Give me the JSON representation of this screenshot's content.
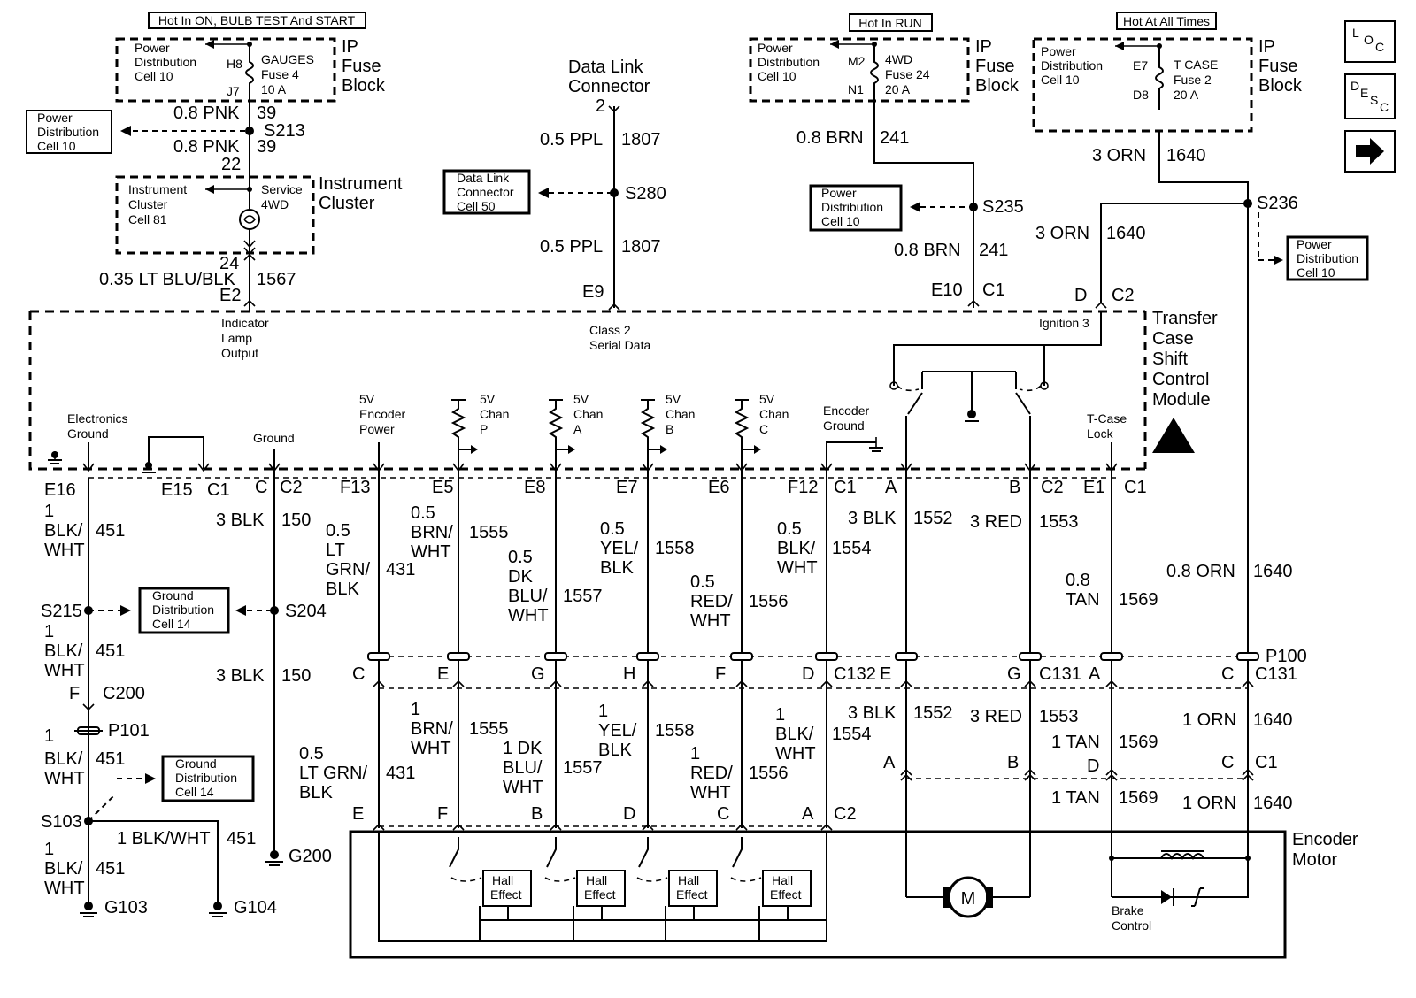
{
  "header_labels": {
    "hot_on_bulb_start": "Hot In ON, BULB TEST And START",
    "hot_in_run": "Hot In RUN",
    "hot_at_all_times": "Hot At All Times"
  },
  "nav": {
    "loc": "LOC",
    "desc": "DESC",
    "next_arrow": "arrow-right-icon"
  },
  "ip_fuse_block": {
    "label1": "IP",
    "label2": "Fuse",
    "label3": "Block"
  },
  "fuses": {
    "gauges": {
      "pd": "Power",
      "pd2": "Distribution",
      "pd3": "Cell 10",
      "pin_in": "H8",
      "name": "GAUGES",
      "fuse": "Fuse 4",
      "amp": "10 A",
      "pin_out": "J7"
    },
    "fwd": {
      "pd": "Power",
      "pd2": "Distribution",
      "pd3": "Cell 10",
      "pin_in": "M2",
      "name": "4WD",
      "fuse": "Fuse 24",
      "amp": "20 A",
      "pin_out": "N1"
    },
    "tcase": {
      "pd": "Power",
      "pd2": "Distribution",
      "pd3": "Cell 10",
      "pin_in": "E7",
      "name": "T CASE",
      "fuse": "Fuse 2",
      "amp": "20 A",
      "pin_out": "D8"
    }
  },
  "ref_boxes": {
    "pd_left": [
      "Power",
      "Distribution",
      "Cell 10"
    ],
    "dlc": [
      "Data Link",
      "Connector",
      "Cell 50"
    ],
    "pd_s235": [
      "Power",
      "Distribution",
      "Cell 10"
    ],
    "pd_s236": [
      "Power",
      "Distribution",
      "Cell 10"
    ],
    "gd_s215": [
      "Ground",
      "Distribution",
      "Cell 14"
    ],
    "gd_s103": [
      "Ground",
      "Distribution",
      "Cell 14"
    ]
  },
  "instrument_cluster": {
    "label1": "Instrument",
    "label2": "Cluster",
    "inner1": "Instrument",
    "inner2": "Cluster",
    "inner3": "Cell 81",
    "service": "Service",
    "fwd": "4WD"
  },
  "data_link_connector": {
    "label1": "Data Link",
    "label2": "Connector",
    "pin": "2"
  },
  "wires": {
    "w39a": {
      "size": "0.8 PNK",
      "circuit": "39"
    },
    "w39b": {
      "size": "0.8 PNK",
      "circuit": "39",
      "pin": "22"
    },
    "w1567": {
      "size": "0.35 LT BLU/BLK",
      "circuit": "1567",
      "pin": "24"
    },
    "w1807a": {
      "size": "0.5 PPL",
      "circuit": "1807"
    },
    "w1807b": {
      "size": "0.5 PPL",
      "circuit": "1807"
    },
    "w241a": {
      "size": "0.8 BRN",
      "circuit": "241"
    },
    "w241b": {
      "size": "0.8 BRN",
      "circuit": "241"
    },
    "w1640a": {
      "size": "3 ORN",
      "circuit": "1640"
    },
    "w1640b": {
      "size": "3 ORN",
      "circuit": "1640"
    }
  },
  "splices": {
    "s213": "S213",
    "s280": "S280",
    "s235": "S235",
    "s236": "S236",
    "s215": "S215",
    "s204": "S204",
    "s103": "S103"
  },
  "tccm": {
    "label1": "Transfer",
    "label2": "Case",
    "label3": "Shift",
    "label4": "Control",
    "label5": "Module",
    "e2": "E2",
    "e9": "E9",
    "e10": "E10",
    "c1": "C1",
    "d": "D",
    "c2": "C2",
    "indicator1": "Indicator",
    "indicator2": "Lamp",
    "indicator3": "Output",
    "class2_1": "Class 2",
    "class2_2": "Serial Data",
    "ignition3": "Ignition 3",
    "elec_ground1": "Electronics",
    "elec_ground2": "Ground",
    "ground": "Ground",
    "enc_power1": "5V",
    "enc_power2": "Encoder",
    "enc_power3": "Power",
    "chan_p1": "5V",
    "chan_p2": "Chan",
    "chan_p3": "P",
    "chan_a1": "5V",
    "chan_a2": "Chan",
    "chan_a3": "A",
    "chan_b1": "5V",
    "chan_b2": "Chan",
    "chan_b3": "B",
    "chan_c1": "5V",
    "chan_c2": "Chan",
    "chan_c3": "C",
    "enc_ground1": "Encoder",
    "enc_ground2": "Ground",
    "tcase_lock1": "T-Case",
    "tcase_lock2": "Lock"
  },
  "lower_pins": {
    "e16": "E16",
    "e15": "E15",
    "c1a": "C1",
    "c": "C",
    "c2a": "C2",
    "f13": "F13",
    "e5": "E5",
    "e8": "E8",
    "e7": "E7",
    "e6": "E6",
    "f12": "F12",
    "c1b": "C1",
    "a": "A",
    "b": "B",
    "c2b": "C2",
    "e1": "E1",
    "c1c": "C1"
  },
  "lower_wires": {
    "w451a": [
      "1",
      "BLK/",
      "WHT",
      "451"
    ],
    "w150a": [
      "3 BLK",
      "150"
    ],
    "w431a": [
      "0.5",
      "LT",
      "GRN/",
      "BLK",
      "431"
    ],
    "w1555a": [
      "0.5",
      "BRN/",
      "WHT",
      "1555"
    ],
    "w1557a": [
      "0.5",
      "DK",
      "BLU/",
      "WHT",
      "1557"
    ],
    "w1558a": [
      "0.5",
      "YEL/",
      "BLK",
      "1558"
    ],
    "w1556a": [
      "0.5",
      "RED/",
      "WHT",
      "1556"
    ],
    "w1554a": [
      "0.5",
      "BLK/",
      "WHT",
      "1554"
    ],
    "w1552a": [
      "3 BLK",
      "1552"
    ],
    "w1553a": [
      "3 RED",
      "1553"
    ],
    "w1569a": [
      "0.8",
      "TAN",
      "1569"
    ],
    "w1640c": [
      "0.8 ORN",
      "1640"
    ],
    "w451b": [
      "1",
      "BLK/",
      "WHT",
      "451"
    ],
    "w150b": [
      "3 BLK",
      "150"
    ],
    "w451c": [
      "1",
      "BLK/",
      "WHT",
      "451"
    ],
    "w451d": [
      "1 BLK/WHT",
      "451"
    ],
    "w451e": [
      "1",
      "BLK/",
      "WHT",
      "451"
    ],
    "w431b": [
      "0.5",
      "LT GRN/",
      "BLK",
      "431"
    ],
    "w1555b": [
      "1",
      "BRN/",
      "WHT",
      "1555"
    ],
    "w1557b": [
      "1 DK",
      "BLU/",
      "WHT",
      "1557"
    ],
    "w1558b": [
      "1",
      "YEL/",
      "BLK",
      "1558"
    ],
    "w1556b": [
      "1",
      "RED/",
      "WHT",
      "1556"
    ],
    "w1554b": [
      "1",
      "BLK/",
      "WHT",
      "1554"
    ],
    "w1552b": [
      "3 BLK",
      "1552"
    ],
    "w1553b": [
      "3 RED",
      "1553"
    ],
    "w1569b": [
      "1 TAN",
      "1569"
    ],
    "w1640d": [
      "1 ORN",
      "1640"
    ],
    "w1569c": [
      "1 TAN",
      "1569"
    ],
    "w1640e": [
      "1 ORN",
      "1640"
    ]
  },
  "connectors": {
    "c132": "C132",
    "c131a": "C131",
    "c131b": "C131",
    "p100": "P100",
    "c200": "C200",
    "f": "F",
    "p101": "P101",
    "row1": [
      "C",
      "E",
      "G",
      "H",
      "F",
      "D",
      "E",
      "G",
      "A",
      "C"
    ],
    "row2": [
      "A",
      "B",
      "D",
      "C",
      "C1"
    ],
    "row3": [
      "E",
      "F",
      "B",
      "D",
      "C",
      "A",
      "C2"
    ]
  },
  "grounds": {
    "g103": "G103",
    "g104": "G104",
    "g200": "G200"
  },
  "encoder_motor": {
    "label1": "Encoder",
    "label2": "Motor",
    "hall1": "Hall",
    "hall2": "Effect",
    "motor": "M",
    "brake1": "Brake",
    "brake2": "Control"
  }
}
